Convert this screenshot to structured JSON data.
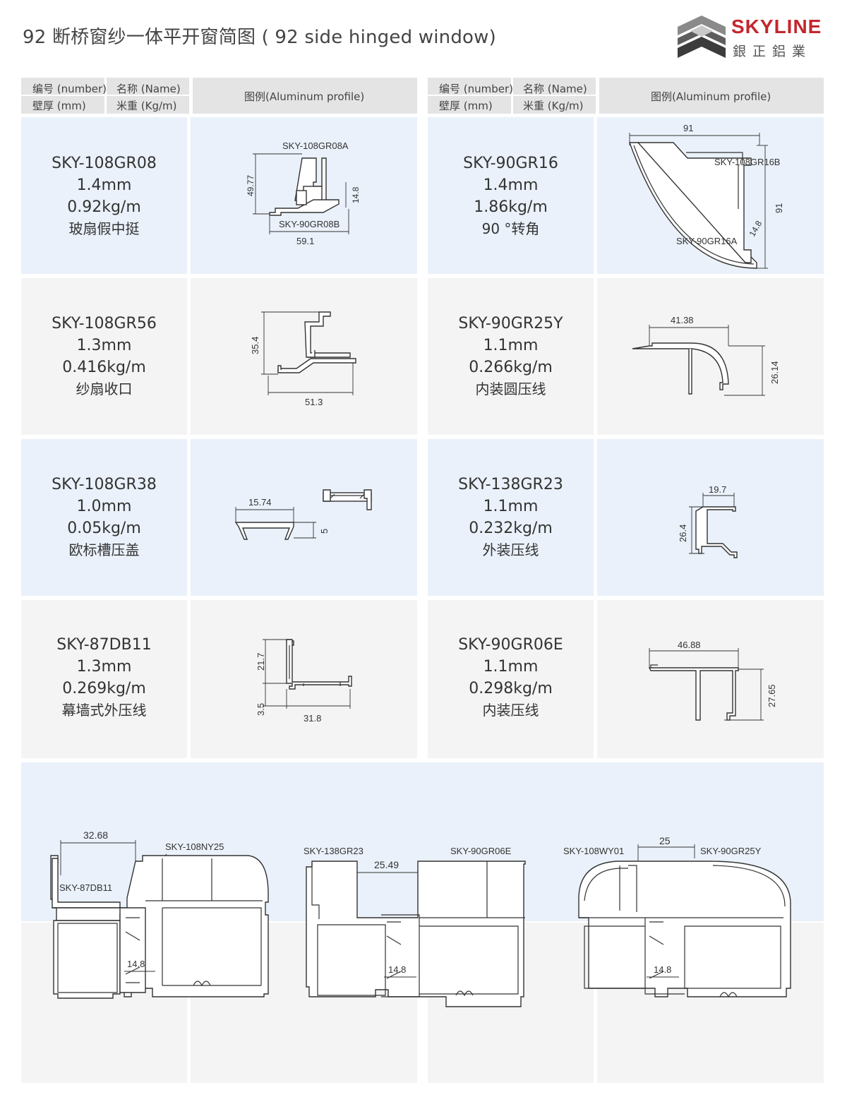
{
  "page": {
    "title": "92 断桥窗纱一体平开窗简图 ( 92 side hinged window)"
  },
  "brand": {
    "name_en": "SKYLINE",
    "name_cn": "銀正鋁業",
    "logo_icon": "skyline-s-logo-icon",
    "accent_color": "#c4262e"
  },
  "table_header": {
    "number_label": "编号 (number)",
    "thickness_label": "壁厚 (mm)",
    "name_label": "名称 (Name)",
    "weight_label": "米重 (Kg/m)",
    "profile_label": "图例(Aluminum profile)"
  },
  "products_left": [
    {
      "code": "SKY-108GR08",
      "thickness": "1.4mm",
      "weight": "0.92kg/m",
      "name": "玻扇假中挺",
      "labels": [
        "SKY-108GR08A",
        "SKY-90GR08B"
      ],
      "dims": [
        "49.77",
        "14.8",
        "59.1"
      ]
    },
    {
      "code": "SKY-108GR56",
      "thickness": "1.3mm",
      "weight": "0.416kg/m",
      "name": "纱扇收口",
      "dims": [
        "35.4",
        "51.3"
      ]
    },
    {
      "code": "SKY-108GR38",
      "thickness": "1.0mm",
      "weight": "0.05kg/m",
      "name": "欧标槽压盖",
      "dims": [
        "15.74",
        "5"
      ]
    },
    {
      "code": "SKY-87DB11",
      "thickness": "1.3mm",
      "weight": "0.269kg/m",
      "name": "幕墙式外压线",
      "dims": [
        "21.7",
        "3.5",
        "31.8"
      ]
    }
  ],
  "products_right": [
    {
      "code": "SKY-90GR16",
      "thickness": "1.4mm",
      "weight": "1.86kg/m",
      "name": "90 °转角",
      "labels": [
        "SKY-108GR16B",
        "SKY-90GR16A"
      ],
      "dims": [
        "91",
        "91",
        "14.8"
      ]
    },
    {
      "code": "SKY-90GR25Y",
      "thickness": "1.1mm",
      "weight": "0.266kg/m",
      "name": "内装圆压线",
      "dims": [
        "41.38",
        "26.14"
      ]
    },
    {
      "code": "SKY-138GR23",
      "thickness": "1.1mm",
      "weight": "0.232kg/m",
      "name": "外装压线",
      "dims": [
        "19.7",
        "26.4"
      ]
    },
    {
      "code": "SKY-90GR06E",
      "thickness": "1.1mm",
      "weight": "0.298kg/m",
      "name": "内装压线",
      "dims": [
        "46.88",
        "27.65"
      ]
    }
  ],
  "assemblies": [
    {
      "labels": [
        "SKY-108NY25",
        "SKY-87DB11"
      ],
      "dims": [
        "32.68",
        "14.8"
      ]
    },
    {
      "labels": [
        "SKY-138GR23",
        "SKY-90GR06E"
      ],
      "dims": [
        "25.49",
        "14.8"
      ]
    },
    {
      "labels": [
        "SKY-108WY01",
        "SKY-90GR25Y"
      ],
      "dims": [
        "25",
        "14.8"
      ]
    }
  ]
}
